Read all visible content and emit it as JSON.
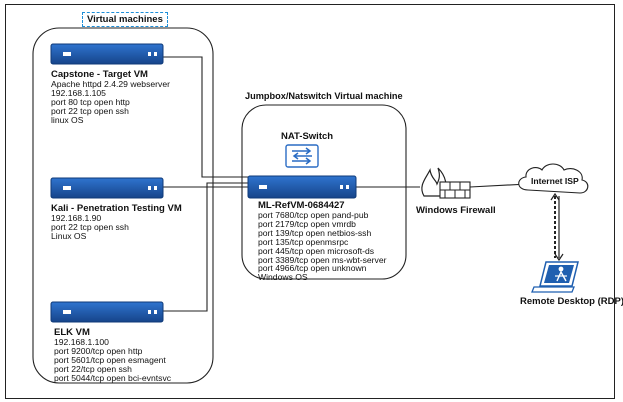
{
  "group_virtual_machines": "Virtual machines",
  "group_jumpbox": "Jumpbox/Natswitch Virtual machine",
  "capstone": {
    "name": "Capstone - Target VM",
    "lines": [
      "Apache httpd 2.4.29 webserver",
      "192.168.1.105",
      "port 80 tcp open http",
      "port 22 tcp open ssh",
      "linux OS"
    ]
  },
  "kali": {
    "name": "Kali - Penetration Testing VM",
    "lines": [
      "192.168.1.90",
      "port 22 tcp  open ssh",
      "Linux OS"
    ]
  },
  "elk": {
    "name": "ELK  VM",
    "lines": [
      "192.168.1.100",
      "port 9200/tcp open http",
      "port 5601/tcp open esmagent",
      "port 22/tcp open ssh",
      "port 5044/tcp open bci-evntsvc"
    ]
  },
  "nat_switch": "NAT-Switch",
  "ml": {
    "name": "ML-RefVM-0684427",
    "lines": [
      "port 7680/tcp open pand-pub",
      "port 2179/tcp open vmrdb",
      "port 139/tcp open netbios-ssh",
      "port 135/tcp openmsrpc",
      "port 445/tcp open microsoft-ds",
      "port 3389/tcp open ms-wbt-server",
      "port 4966/tcp open unknown",
      "Windows OS"
    ]
  },
  "firewall": "Windows Firewall",
  "internet": "Internet ISP",
  "rdp": "Remote Desktop (RDP)",
  "colors": {
    "server": "#1f5fb0",
    "server_dark": "#123f7d",
    "switch": "#2a6cc4",
    "dash": "#1e8fd8"
  }
}
